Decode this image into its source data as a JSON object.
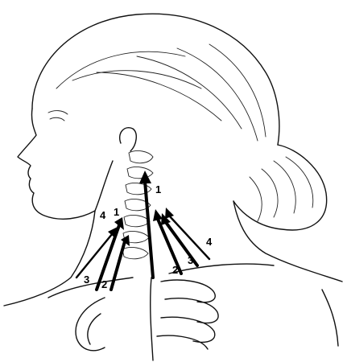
{
  "labels": [
    {
      "id": "1",
      "text": "1"
    },
    {
      "id": "1b",
      "text": "1"
    },
    {
      "id": "2a",
      "text": "2"
    },
    {
      "id": "2b",
      "text": "2"
    },
    {
      "id": "3a",
      "text": "3"
    },
    {
      "id": "3b",
      "text": "3"
    },
    {
      "id": "4a",
      "text": "4"
    },
    {
      "id": "4b",
      "text": "4"
    }
  ]
}
